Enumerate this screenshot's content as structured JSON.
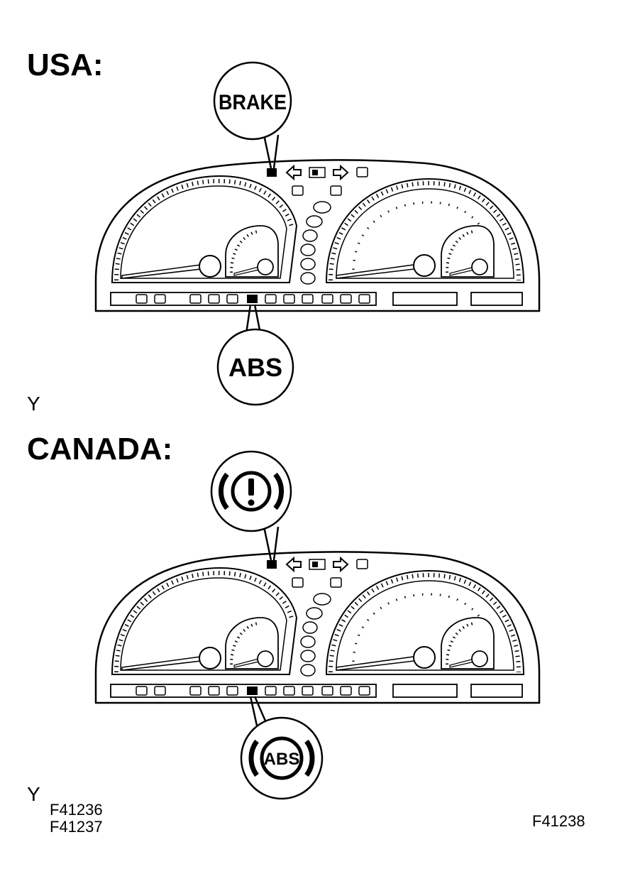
{
  "usa": {
    "heading": "USA:",
    "top_callout": "BRAKE",
    "bottom_callout": "ABS",
    "corner_mark": "Y"
  },
  "canada": {
    "heading": "CANADA:",
    "top_callout_icon": "brake-warning-exclamation-icon",
    "bottom_callout": "ABS",
    "corner_mark": "Y"
  },
  "figure_codes": {
    "left": [
      "F41236",
      "F41237"
    ],
    "right": "F41238"
  },
  "colors": {
    "ink": "#000000",
    "paper": "#ffffff"
  }
}
